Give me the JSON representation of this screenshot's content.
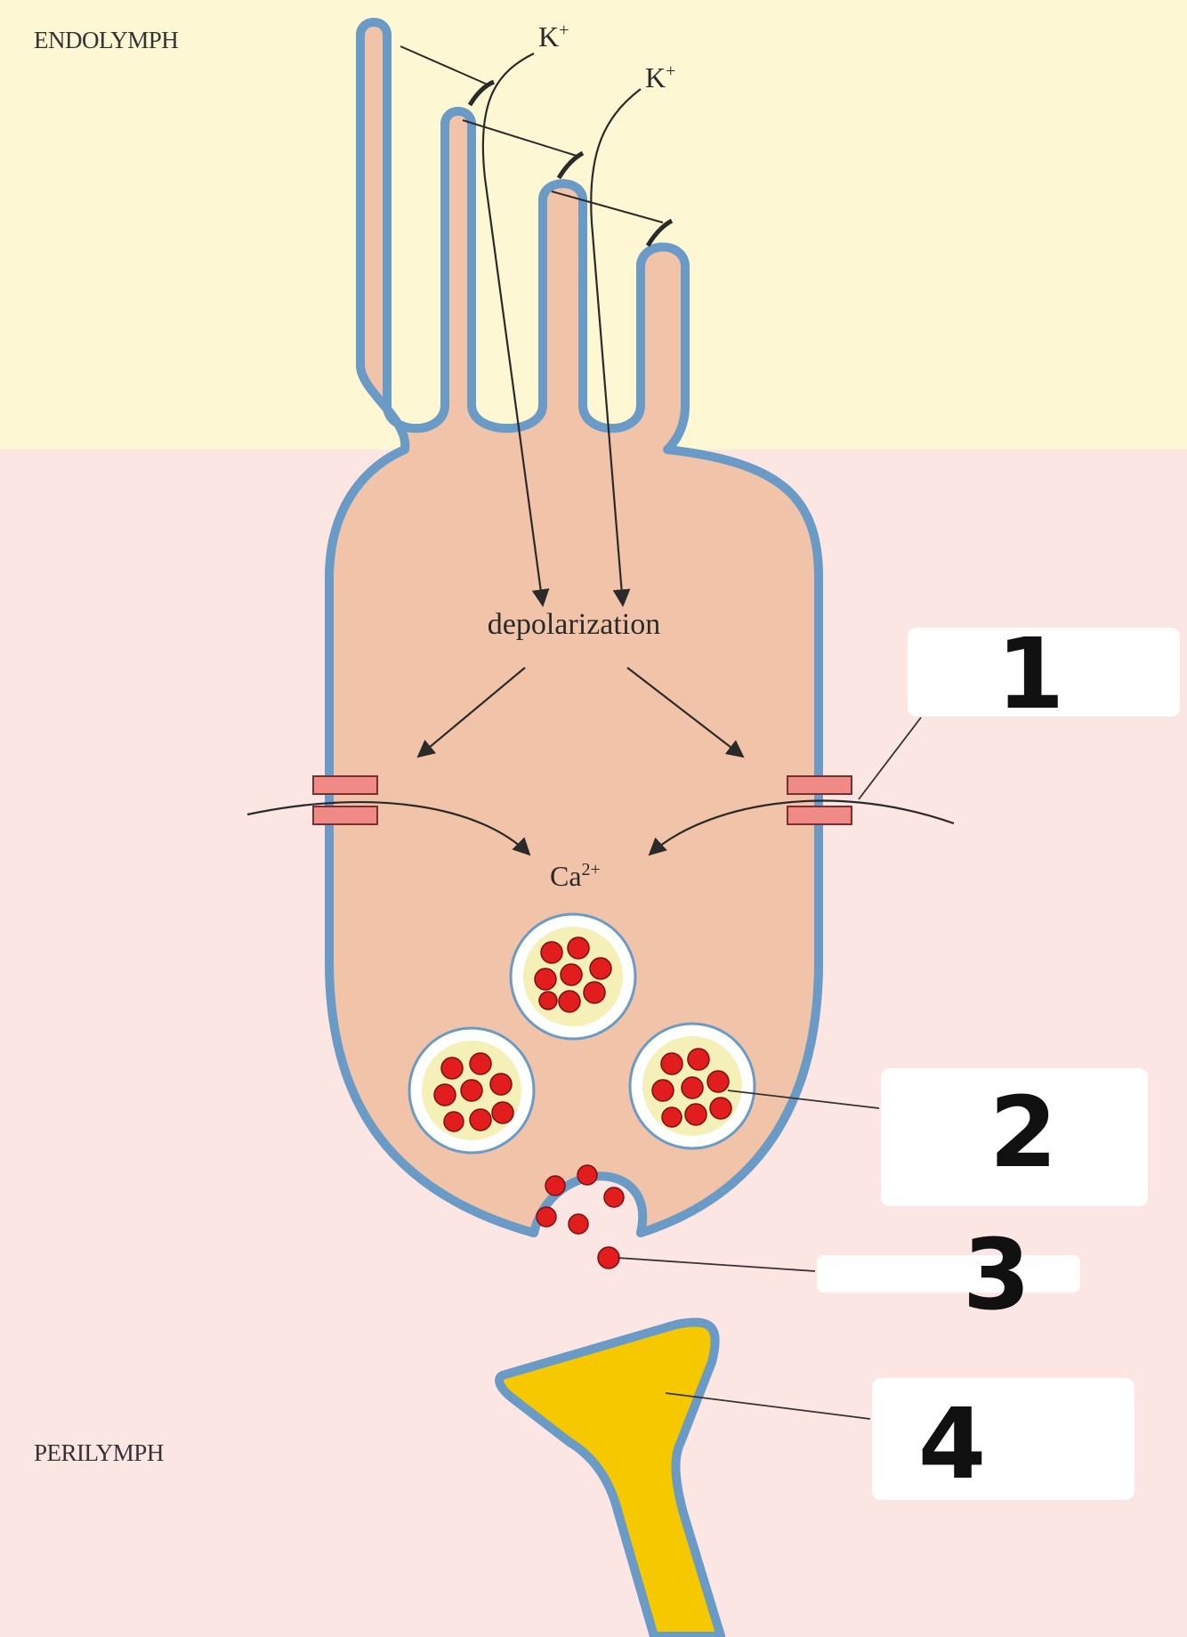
{
  "regions": {
    "top": "ENDOLYMPH",
    "bottom": "PERILYMPH"
  },
  "ions": {
    "k_left": "K",
    "k_right": "K",
    "k_charge": "+",
    "ca": "Ca",
    "ca_charge": "2+"
  },
  "process": {
    "depolarization": "depolarization"
  },
  "markers": [
    {
      "label": "1"
    },
    {
      "label": "2"
    },
    {
      "label": "3"
    },
    {
      "label": "4"
    }
  ],
  "colors": {
    "endolymph_bg": "#fdf7d4",
    "perilymph_bg": "#fbe6e4",
    "cell_fill": "#f1c4aa",
    "membrane": "#6a9bc6",
    "vesicle": "#e21d1d",
    "channel": "#f08a87",
    "nerve": "#f6c800"
  }
}
